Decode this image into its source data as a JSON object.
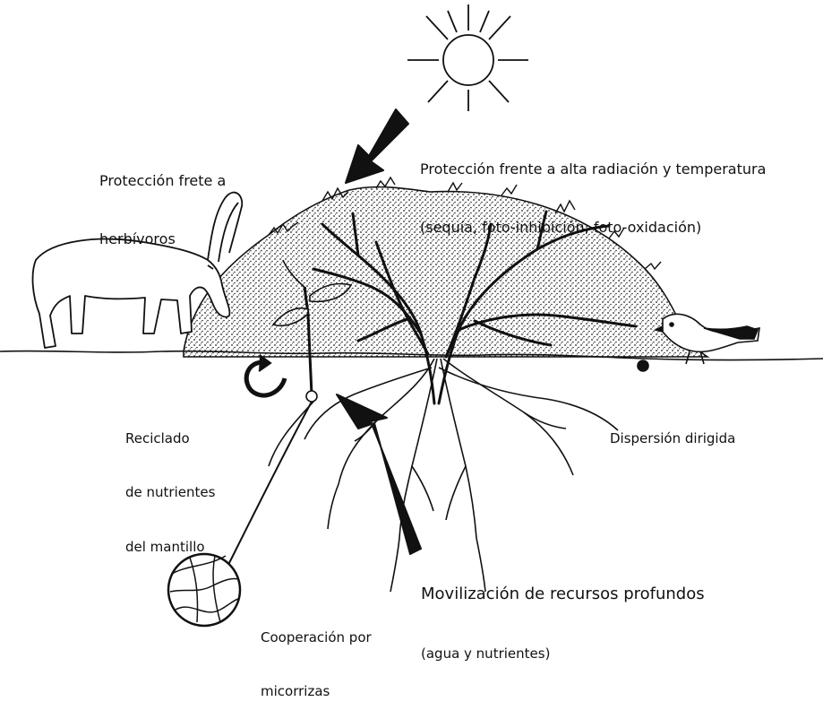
{
  "labels": {
    "radiation": {
      "line1": "Protección frente a alta radiación y temperatura",
      "line2": "(sequía, foto-inhibición, foto-oxidación)"
    },
    "herbivores": {
      "line1": "Protección frete a",
      "line2": "herbívoros"
    },
    "recycling": {
      "line1": "Reciclado",
      "line2": "de nutrientes",
      "line3": "del mantillo"
    },
    "dispersal": {
      "line1": "Dispersión dirigida"
    },
    "deep_resources": {
      "line1": "Movilización de recursos profundos",
      "line2": "(agua y nutrientes)"
    },
    "mycorrhiza": {
      "line1": "Cooperación por",
      "line2": "micorrizas"
    }
  },
  "colors": {
    "ink": "#111111",
    "canopy_fill": "#d9d9d9",
    "background": "#ffffff"
  },
  "icons": [
    "sun-icon",
    "ibex-icon",
    "bird-icon",
    "seedling-icon",
    "shrub-icon",
    "roots-icon",
    "mycorrhiza-lens-icon",
    "recycle-arrow-icon"
  ]
}
